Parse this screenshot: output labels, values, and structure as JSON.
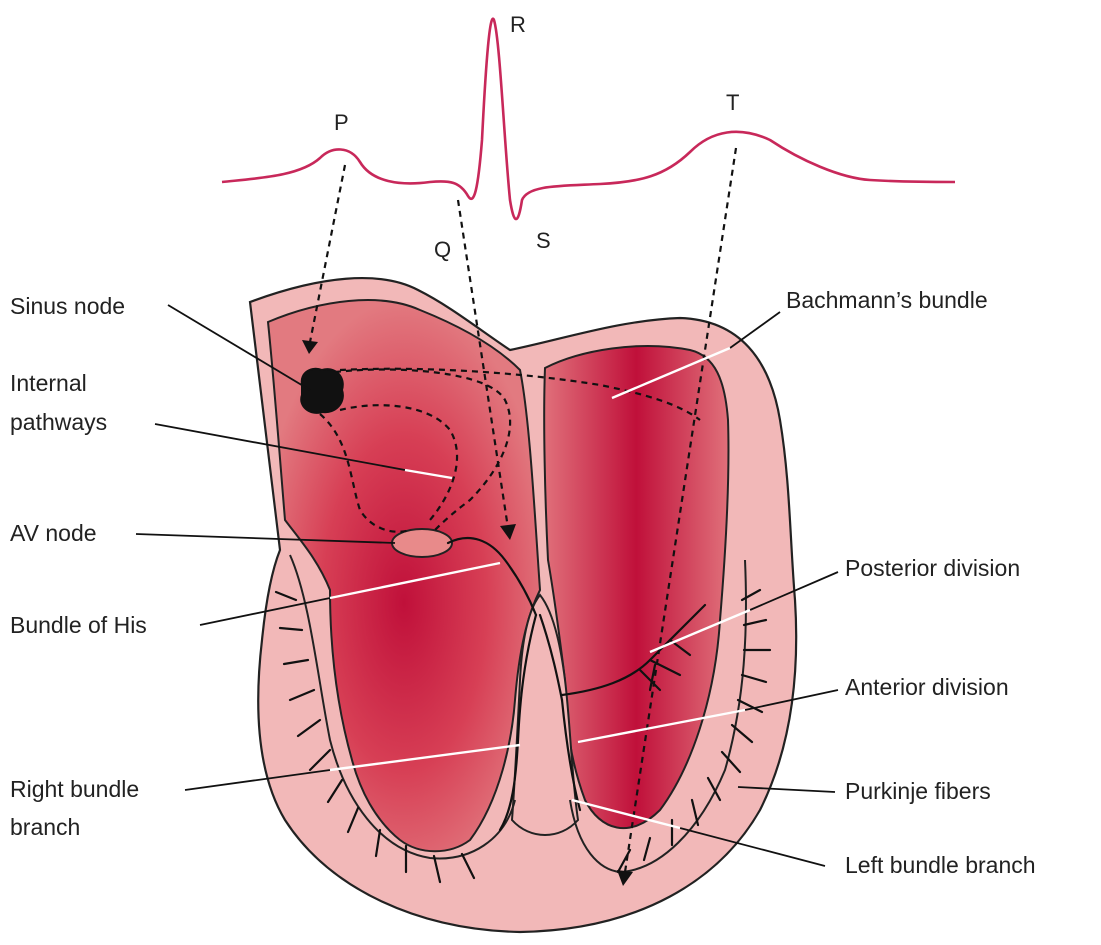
{
  "colors": {
    "ecg_trace": "#c8285a",
    "chamber_outer": "#f2b8b8",
    "chamber_inner": "#d9505e",
    "chamber_core": "#c0103a",
    "outline": "#222222"
  },
  "waveform": {
    "p": "P",
    "q": "Q",
    "r": "R",
    "s": "S",
    "t": "T"
  },
  "labels": {
    "sinus_node": "Sinus node",
    "internal_pathways_1": "Internal",
    "internal_pathways_2": "pathways",
    "av_node": "AV node",
    "bundle_of_his": "Bundle of His",
    "right_bundle_1": "Right bundle",
    "right_bundle_2": "branch",
    "bachmann": "Bachmann’s bundle",
    "posterior_division": "Posterior division",
    "anterior_division": "Anterior division",
    "purkinje": "Purkinje fibers",
    "left_bundle": "Left bundle branch"
  }
}
